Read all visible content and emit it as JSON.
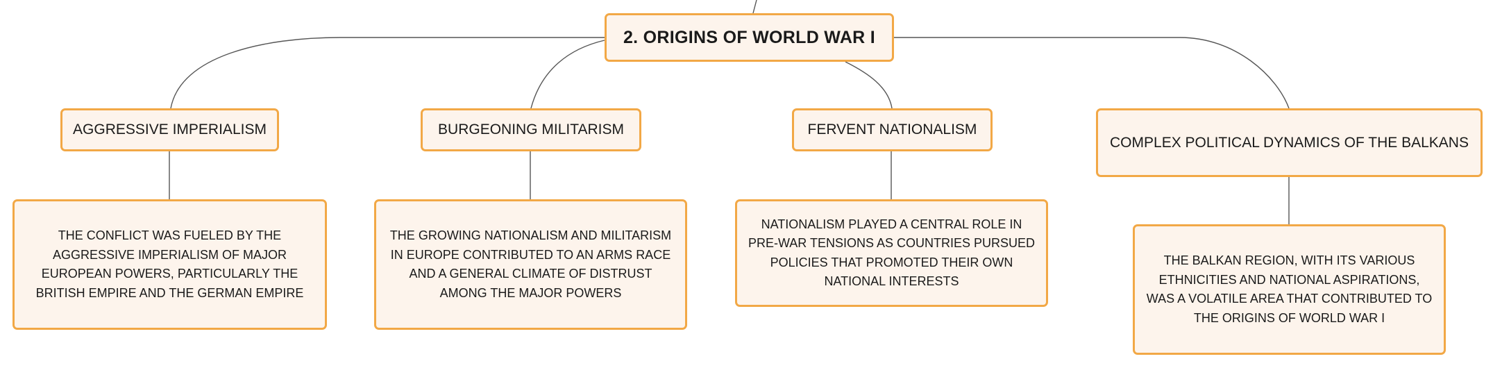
{
  "diagram": {
    "root": {
      "label": "2. ORIGINS OF WORLD WAR I"
    },
    "branches": [
      {
        "topic": "AGGRESSIVE IMPERIALISM",
        "detail": "THE CONFLICT WAS FUELED BY THE AGGRESSIVE IMPERIALISM OF MAJOR EUROPEAN POWERS, PARTICULARLY THE BRITISH EMPIRE AND THE GERMAN EMPIRE"
      },
      {
        "topic": "BURGEONING MILITARISM",
        "detail": "THE GROWING NATIONALISM AND MILITARISM IN EUROPE CONTRIBUTED TO AN ARMS RACE AND A GENERAL CLIMATE OF DISTRUST AMONG THE MAJOR POWERS"
      },
      {
        "topic": "FERVENT NATIONALISM",
        "detail": "NATIONALISM PLAYED A CENTRAL ROLE IN PRE-WAR TENSIONS AS COUNTRIES PURSUED POLICIES THAT PROMOTED THEIR OWN NATIONAL INTERESTS"
      },
      {
        "topic": "COMPLEX POLITICAL DYNAMICS OF THE BALKANS",
        "detail": "THE BALKAN REGION, WITH ITS VARIOUS ETHNICITIES AND NATIONAL ASPIRATIONS, WAS A VOLATILE AREA THAT CONTRIBUTED TO THE ORIGINS OF WORLD WAR I"
      }
    ]
  },
  "colors": {
    "node_fill": "#fdf4ec",
    "node_border": "#f2a846",
    "connector": "#555555",
    "text": "#1a1a1a"
  }
}
